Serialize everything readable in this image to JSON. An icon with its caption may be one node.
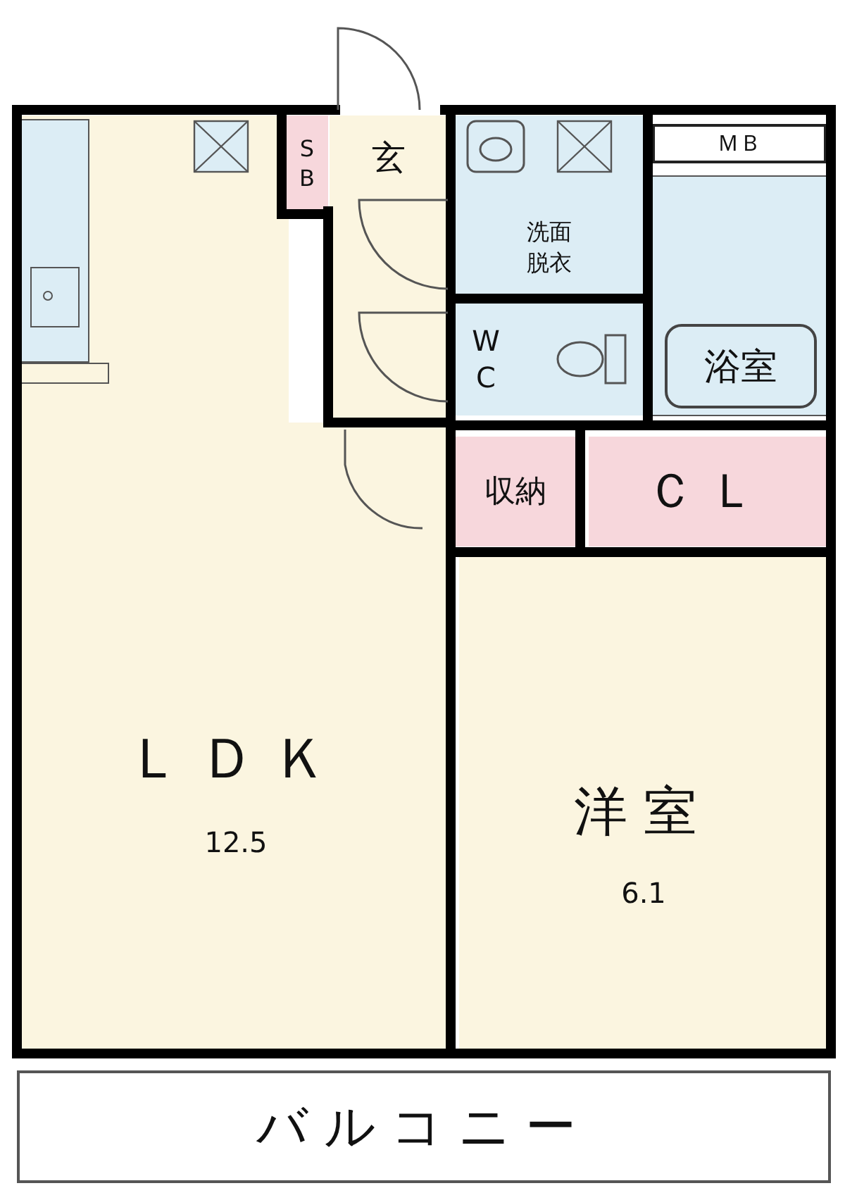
{
  "diagram": {
    "nodes": [
      {
        "text": [
          "ＬＤＫ",
          "12.5"
        ]
      },
      {
        "text": [
          "洋室",
          "6.1"
        ]
      },
      {
        "text": [
          "S B"
        ]
      },
      {
        "text": [
          "玄"
        ]
      },
      {
        "text": [
          "洗面脱衣"
        ]
      },
      {
        "text": [
          "ＭＢ"
        ]
      },
      {
        "text": [
          "W C"
        ]
      },
      {
        "text": [
          "浴室"
        ]
      },
      {
        "text": [
          "収納"
        ]
      },
      {
        "text": [
          "ＣＬ"
        ]
      },
      {
        "text": [
          "バルコニー"
        ]
      }
    ],
    "edges": []
  }
}
